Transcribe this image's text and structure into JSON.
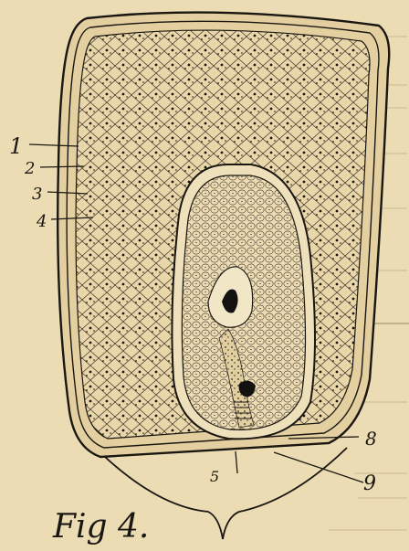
{
  "figure": {
    "caption": "Fig 4.",
    "labels": [
      {
        "id": "1",
        "text": "1"
      },
      {
        "id": "2",
        "text": "2"
      },
      {
        "id": "3",
        "text": "3"
      },
      {
        "id": "4",
        "text": "4"
      },
      {
        "id": "5",
        "text": "5"
      },
      {
        "id": "8",
        "text": "8"
      },
      {
        "id": "9",
        "text": "9"
      }
    ],
    "colors": {
      "paper": "#ecdcb4",
      "ink": "#1a1712",
      "ink_soft": "#3a332a"
    }
  }
}
